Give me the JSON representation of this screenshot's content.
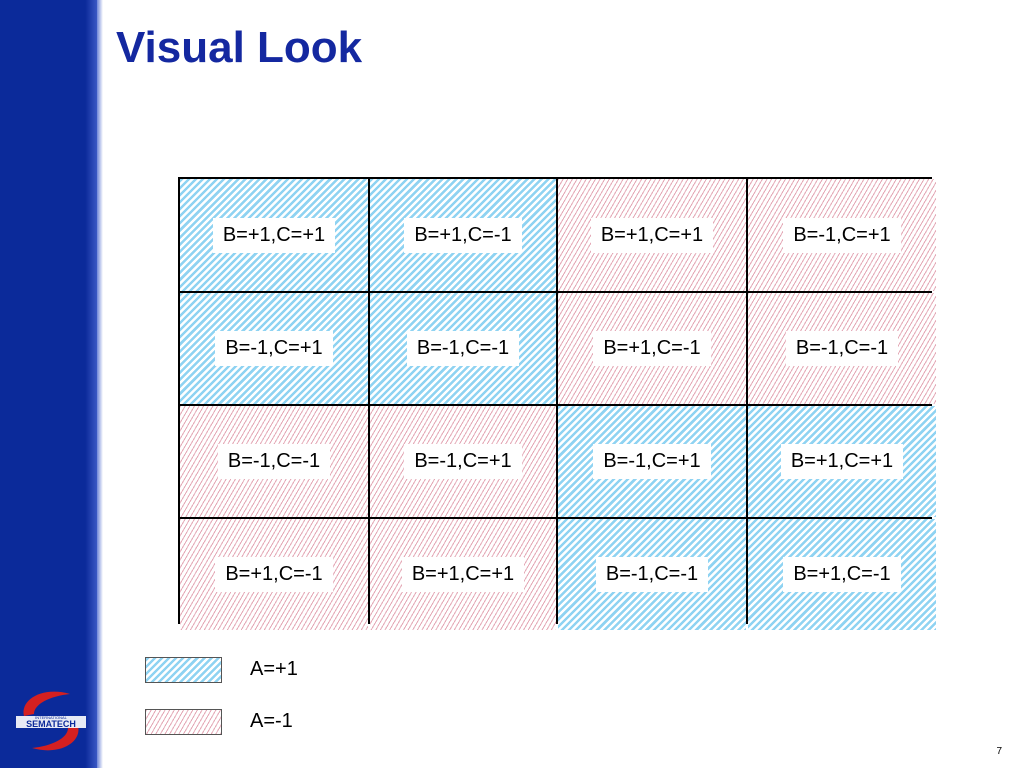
{
  "slide": {
    "title": "Visual Look",
    "page_number": "7"
  },
  "colors": {
    "sidebar": "#0b2a9a",
    "title": "#1428a0",
    "a_plus_hatch": "#8fd3f2",
    "a_minus_hatch": "#e4a8b6"
  },
  "grid": {
    "rows": [
      [
        {
          "label": "B=+1,C=+1",
          "a": "+1"
        },
        {
          "label": "B=+1,C=-1",
          "a": "+1"
        },
        {
          "label": "B=+1,C=+1",
          "a": "-1"
        },
        {
          "label": "B=-1,C=+1",
          "a": "-1"
        }
      ],
      [
        {
          "label": "B=-1,C=+1",
          "a": "+1"
        },
        {
          "label": "B=-1,C=-1",
          "a": "+1"
        },
        {
          "label": "B=+1,C=-1",
          "a": "-1"
        },
        {
          "label": "B=-1,C=-1",
          "a": "-1"
        }
      ],
      [
        {
          "label": "B=-1,C=-1",
          "a": "-1"
        },
        {
          "label": "B=-1,C=+1",
          "a": "-1"
        },
        {
          "label": "B=-1,C=+1",
          "a": "+1"
        },
        {
          "label": "B=+1,C=+1",
          "a": "+1"
        }
      ],
      [
        {
          "label": "B=+1,C=-1",
          "a": "-1"
        },
        {
          "label": "B=+1,C=+1",
          "a": "-1"
        },
        {
          "label": "B=-1,C=-1",
          "a": "+1"
        },
        {
          "label": "B=+1,C=-1",
          "a": "+1"
        }
      ]
    ]
  },
  "legend": {
    "items": [
      {
        "label": "A=+1",
        "pattern": "a-plus"
      },
      {
        "label": "A=-1",
        "pattern": "a-minus"
      }
    ]
  },
  "logo": {
    "icon": "sematech-logo",
    "text_top": "INTERNATIONAL",
    "text_main": "SEMATECH"
  }
}
